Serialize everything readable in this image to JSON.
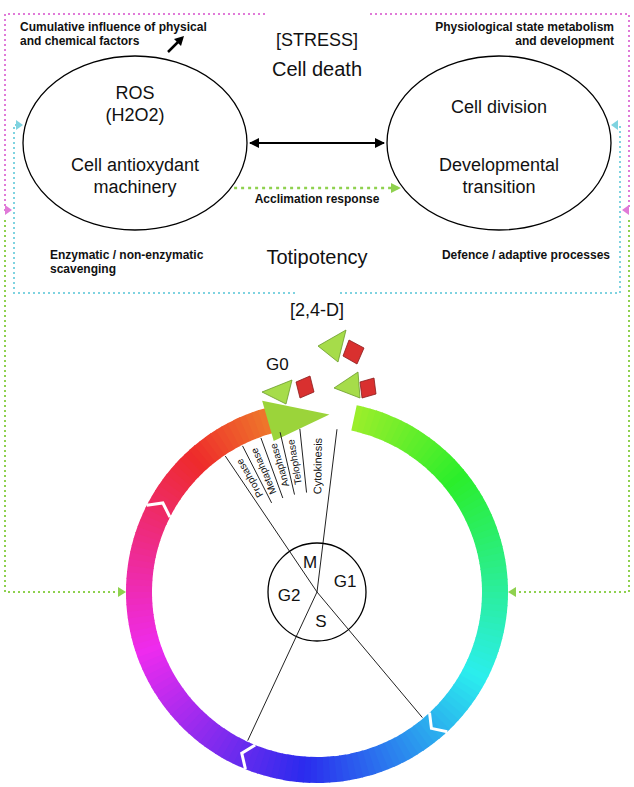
{
  "diagram": {
    "nodes": [
      {
        "text": [
          "ROS (H2O2)",
          "Cell antioxydant machinery"
        ]
      },
      {
        "text": [
          "Cell division",
          "Developmental transition"
        ]
      },
      {
        "text": [
          "M",
          "G2",
          "G1",
          "S"
        ]
      }
    ],
    "edges": [
      {
        "from": 0,
        "to": 1,
        "arrow": "both"
      },
      {
        "from": 0,
        "to": 1,
        "label": "Acclimation response",
        "arrow": "to"
      }
    ],
    "labels": [
      "[STRESS]",
      "Cell death",
      "Cumulative influence of physical and chemical factors",
      "Physiological state metabolism and development",
      "Totipotency",
      "Enzymatic / non-enzymatic scavenging",
      "Defence / adaptive processes",
      "[2,4-D]",
      "G0",
      "Prophase",
      "Metaphase",
      "Anaphase",
      "Telophase",
      "Cytokinesis"
    ]
  }
}
